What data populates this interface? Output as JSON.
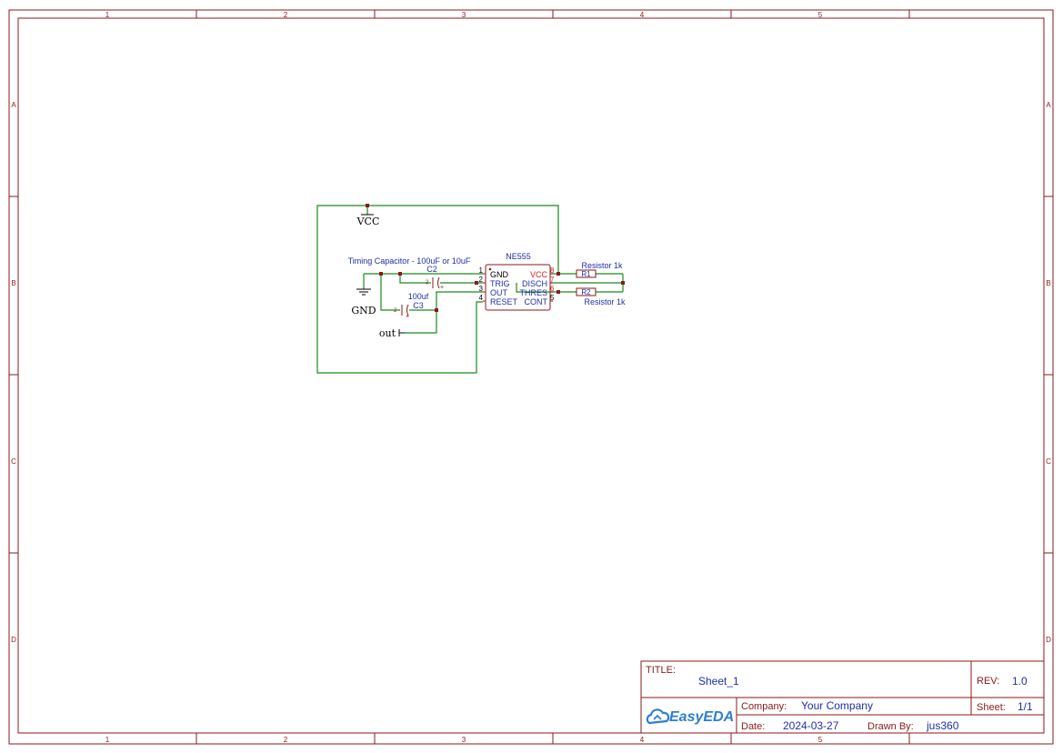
{
  "grid": {
    "columns": [
      "1",
      "2",
      "3",
      "4",
      "5"
    ],
    "rows": [
      "A",
      "B",
      "C",
      "D"
    ]
  },
  "schematic": {
    "power_net": "VCC",
    "ground_net": "GND",
    "output_net": "out",
    "ic": {
      "designator": "NE555",
      "pins_left": [
        {
          "num": "1",
          "name": "GND"
        },
        {
          "num": "2",
          "name": "TRIG"
        },
        {
          "num": "3",
          "name": "OUT"
        },
        {
          "num": "4",
          "name": "RESET"
        }
      ],
      "pins_right": [
        {
          "num": "8",
          "name": "VCC"
        },
        {
          "num": "7",
          "name": "DISCH"
        },
        {
          "num": "6",
          "name": "THRES"
        },
        {
          "num": "5",
          "name": "CONT"
        }
      ]
    },
    "c2": {
      "designator": "C2",
      "note": "Timing Capacitor - 100uF or 10uF",
      "pin_label": "2"
    },
    "c3": {
      "designator": "C3",
      "value": "100uf",
      "pin_label": "2"
    },
    "r1": {
      "designator": "R1",
      "value": "Resistor 1k"
    },
    "r2": {
      "designator": "R2",
      "value": "Resistor 1k"
    }
  },
  "title_block": {
    "title_label": "TITLE:",
    "title_value": "Sheet_1",
    "rev_label": "REV:",
    "rev_value": "1.0",
    "company_label": "Company:",
    "company_value": "Your Company",
    "sheet_label": "Sheet:",
    "sheet_value": "1/1",
    "date_label": "Date:",
    "date_value": "2024-03-27",
    "drawn_label": "Drawn By:",
    "drawn_value": "jus360",
    "logo_text": "EasyEDA"
  },
  "colors": {
    "frame": "#8b1a1a",
    "wire": "#1b8a1b",
    "label": "#1f2fa8",
    "pin_power": "#d42020",
    "logo": "#2d7fd1"
  }
}
